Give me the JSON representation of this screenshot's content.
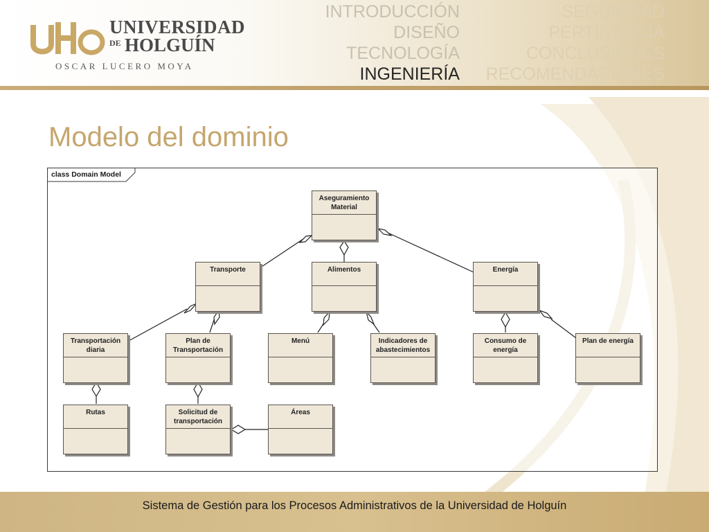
{
  "header": {
    "logo": {
      "mark": "UHo",
      "univ": "UNIVERSIDAD",
      "de": "DE",
      "holguin": "HOLGUÍN",
      "sub": "OSCAR LUCERO MOYA"
    },
    "nav_left": [
      {
        "label": "INTRODUCCIÓN",
        "active": false
      },
      {
        "label": "DISEÑO",
        "active": false
      },
      {
        "label": "TECNOLOGÍA",
        "active": false
      },
      {
        "label": "INGENIERÍA",
        "active": true
      }
    ],
    "nav_right": [
      {
        "label": "SEGURIDAD"
      },
      {
        "label": "PERTINENCIA"
      },
      {
        "label": "CONCLUSIONES"
      },
      {
        "label": "RECOMENDACIONES"
      }
    ]
  },
  "title": "Modelo del dominio",
  "diagram": {
    "frame_label": "class Domain Model",
    "classes": {
      "aseguramiento": [
        "Aseguramiento",
        "Material"
      ],
      "transporte": [
        "Transporte"
      ],
      "alimentos": [
        "Alimentos"
      ],
      "energia": [
        "Energía"
      ],
      "transportacion_diaria": [
        "Transportación",
        "diaria"
      ],
      "plan_transportacion": [
        "Plan de",
        "Transportación"
      ],
      "menu": [
        "Menú"
      ],
      "indicadores": [
        "Indicadores de",
        "abastecimientos"
      ],
      "consumo_energia": [
        "Consumo de",
        "energía"
      ],
      "plan_energia": [
        "Plan de energía"
      ],
      "rutas": [
        "Rutas"
      ],
      "solicitud": [
        "Solicitud de",
        "transportación"
      ],
      "areas": [
        "Áreas"
      ]
    }
  },
  "footer": {
    "text": "Sistema de Gestión para los Procesos Administrativos de la Universidad de Holguín"
  },
  "colors": {
    "accent": "#c5a66e",
    "header_bar": "#b8975e",
    "footer": "#d2b987",
    "class_fill": "#efe8d9"
  }
}
